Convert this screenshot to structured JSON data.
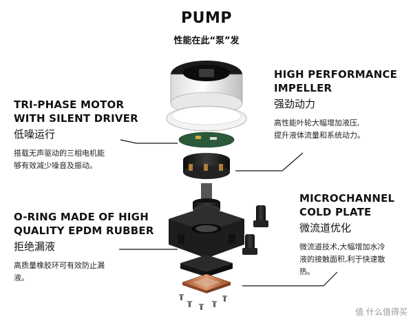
{
  "header": {
    "title": "PUMP",
    "subtitle": "性能在此“泵”发"
  },
  "callouts": {
    "motor": {
      "title_line1": "TRI-PHASE MOTOR",
      "title_line2": "WITH SILENT DRIVER",
      "title_zh": "低噪运行",
      "desc_line1": "搭载无声驱动的三相电机能",
      "desc_line2": "够有效减少噪音及振动。"
    },
    "impeller": {
      "title_line1": "HIGH PERFORMANCE",
      "title_line2": "IMPELLER",
      "title_zh": "强劲动力",
      "desc_line1": "高性能叶轮大幅增加液压,",
      "desc_line2": "提升液体流量和系统动力。"
    },
    "oring": {
      "title_line1": "O-RING MADE OF HIGH",
      "title_line2": "QUALITY EPDM RUBBER",
      "title_zh": "拒绝漏液",
      "desc_line1": "高质量橡胶环可有效防止漏",
      "desc_line2": "液。"
    },
    "coldplate": {
      "title_line1": "MICROCHANNEL",
      "title_line2": "COLD PLATE",
      "title_zh": "微流道优化",
      "desc_line1": "微流道技术,大幅增加水冷",
      "desc_line2": "液的接触面积,利于快速散",
      "desc_line3": "热。"
    }
  },
  "watermark": "值 什么值得买",
  "colors": {
    "copper": "#c8764a",
    "dark_part": "#1d1d1d",
    "accent_line": "#111111"
  }
}
